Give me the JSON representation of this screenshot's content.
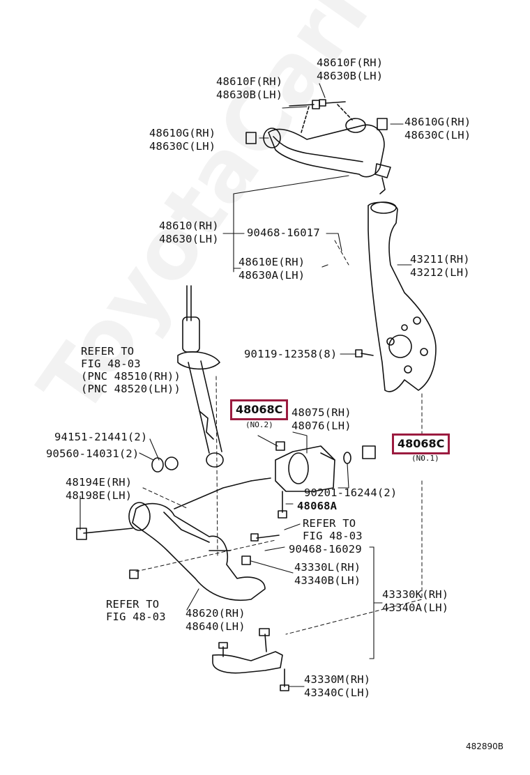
{
  "watermark": "ToyotaCarMine.ru",
  "figure_id": "482890B",
  "labels": {
    "upper_bolt": [
      "48610F(RH)",
      "48630B(LH)"
    ],
    "upper_bolt_left": [
      "48610F(RH)",
      "48630B(LH)"
    ],
    "bush_right": [
      "48610G(RH)",
      "48630C(LH)"
    ],
    "bush_left": [
      "48610G(RH)",
      "48630C(LH)"
    ],
    "upper_arm": [
      "48610(RH)",
      "48630(LH)"
    ],
    "pin_upper": "90468-16017",
    "upper_nut": [
      "48610E(RH)",
      "48630A(LH)"
    ],
    "knuckle": [
      "43211(RH)",
      "43212(LH)"
    ],
    "knuckle_bolt": "90119-12358(8)",
    "refer_top": [
      "REFER TO",
      "FIG 48-03",
      "(PNC 48510(RH))",
      "(PNC 48520(LH))"
    ],
    "bushing_main": [
      "48075(RH)",
      "48076(LH)"
    ],
    "washer_1": "94151-21441(2)",
    "washer_2": "90560-14031(2)",
    "lower_bolt": [
      "48194E(RH)",
      "48198E(LH)"
    ],
    "washer_3": "90201-16244(2)",
    "bolt_a": "48068A",
    "refer_mid": [
      "REFER TO",
      "FIG 48-03"
    ],
    "pin_lower": "90468-16029",
    "ball_nut": [
      "43330L(RH)",
      "43340B(LH)"
    ],
    "ball_joint": [
      "43330K(RH)",
      "43340A(LH)"
    ],
    "refer_bottom": [
      "REFER TO",
      "FIG 48-03"
    ],
    "lower_arm": [
      "48620(RH)",
      "48640(LH)"
    ],
    "ball_bolt": [
      "43330M(RH)",
      "43340C(LH)"
    ]
  },
  "highlighted": [
    {
      "code": "48068C",
      "note": "(NO.2)"
    },
    {
      "code": "48068C",
      "note": "(NO.1)"
    }
  ]
}
